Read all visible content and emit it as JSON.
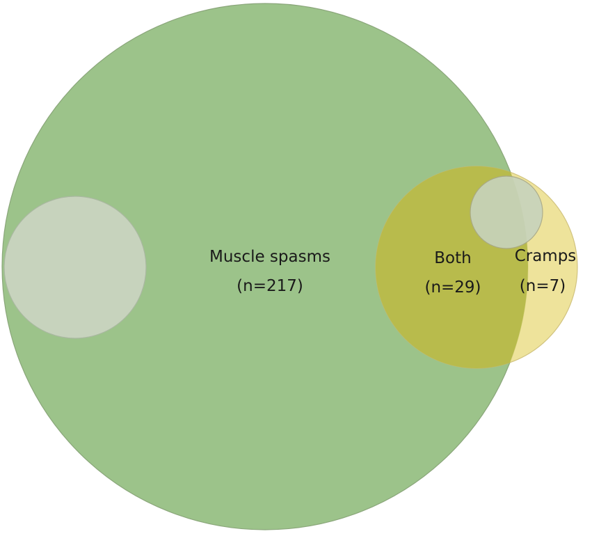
{
  "diagram": {
    "colors": {
      "muscle_spasms": "#9cc38a",
      "both": "#b8bb4c",
      "cramps": "#ecdf8a",
      "small_grey": "#c7d3bd",
      "outline": "#8aa67a"
    },
    "sets": [
      {
        "id": "muscle-spasms",
        "label": "Muscle spasms",
        "count": "(n=217)"
      },
      {
        "id": "both",
        "label": "Both",
        "count": "(n=29)"
      },
      {
        "id": "cramps",
        "label": "Cramps",
        "count": "(n=7)"
      }
    ]
  }
}
